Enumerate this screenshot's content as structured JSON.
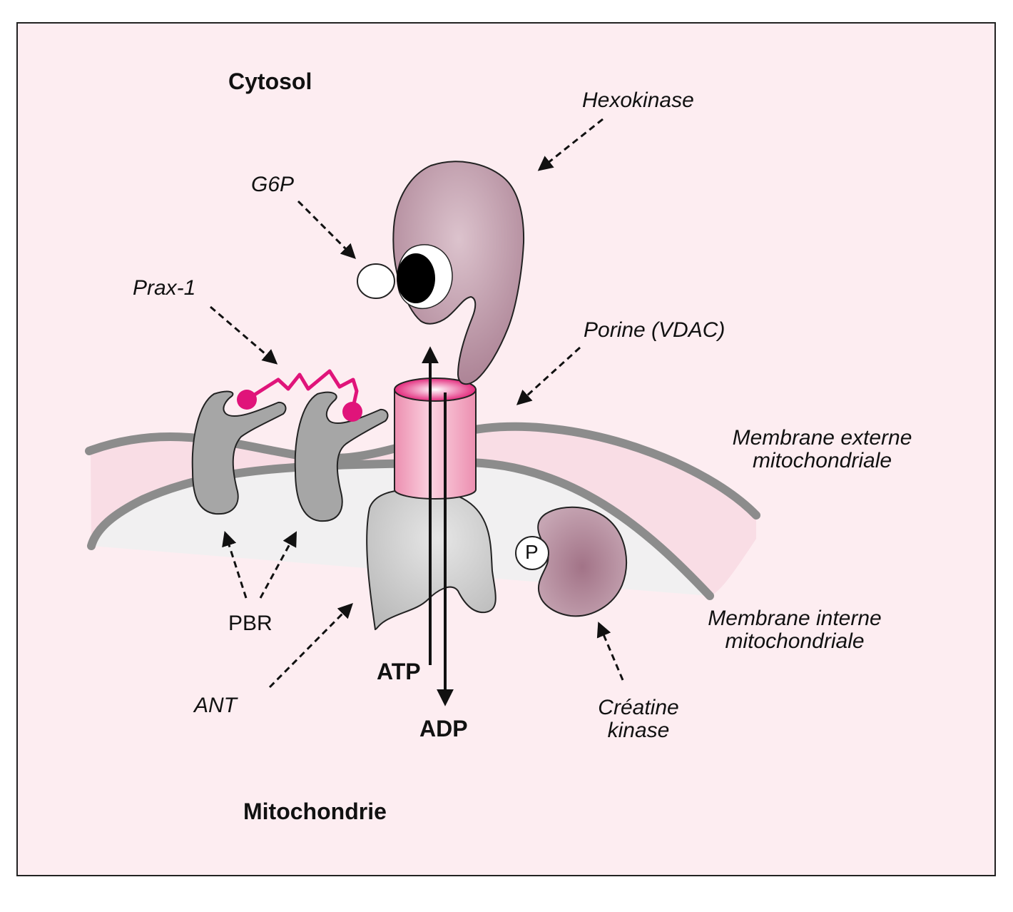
{
  "regions": {
    "cytosol": "Cytosol",
    "mitochondrie": "Mitochondrie"
  },
  "labels": {
    "hexokinase": "Hexokinase",
    "g6p": "G6P",
    "prax1": "Prax-1",
    "porine": "Porine (VDAC)",
    "membrane_externe_1": "Membrane externe",
    "membrane_externe_2": "mitochondriale",
    "membrane_interne_1": "Membrane interne",
    "membrane_interne_2": "mitochondriale",
    "pbr": "PBR",
    "ant": "ANT",
    "creatine_1": "Créatine",
    "creatine_2": "kinase",
    "phosphate": "P"
  },
  "flux": {
    "atp": "ATP",
    "adp": "ADP"
  },
  "colors": {
    "background": "#fdedf1",
    "membrane_band": "#f9dde5",
    "matrix": "#f1f0f1",
    "membrane_line": "#8c8c8c",
    "protein_grey": "#a6a6a6",
    "hexokinase": "#b58d9f",
    "creatine_kinase": "#b08496",
    "porine": "#f0a5c0",
    "prax1": "#e0147a"
  }
}
